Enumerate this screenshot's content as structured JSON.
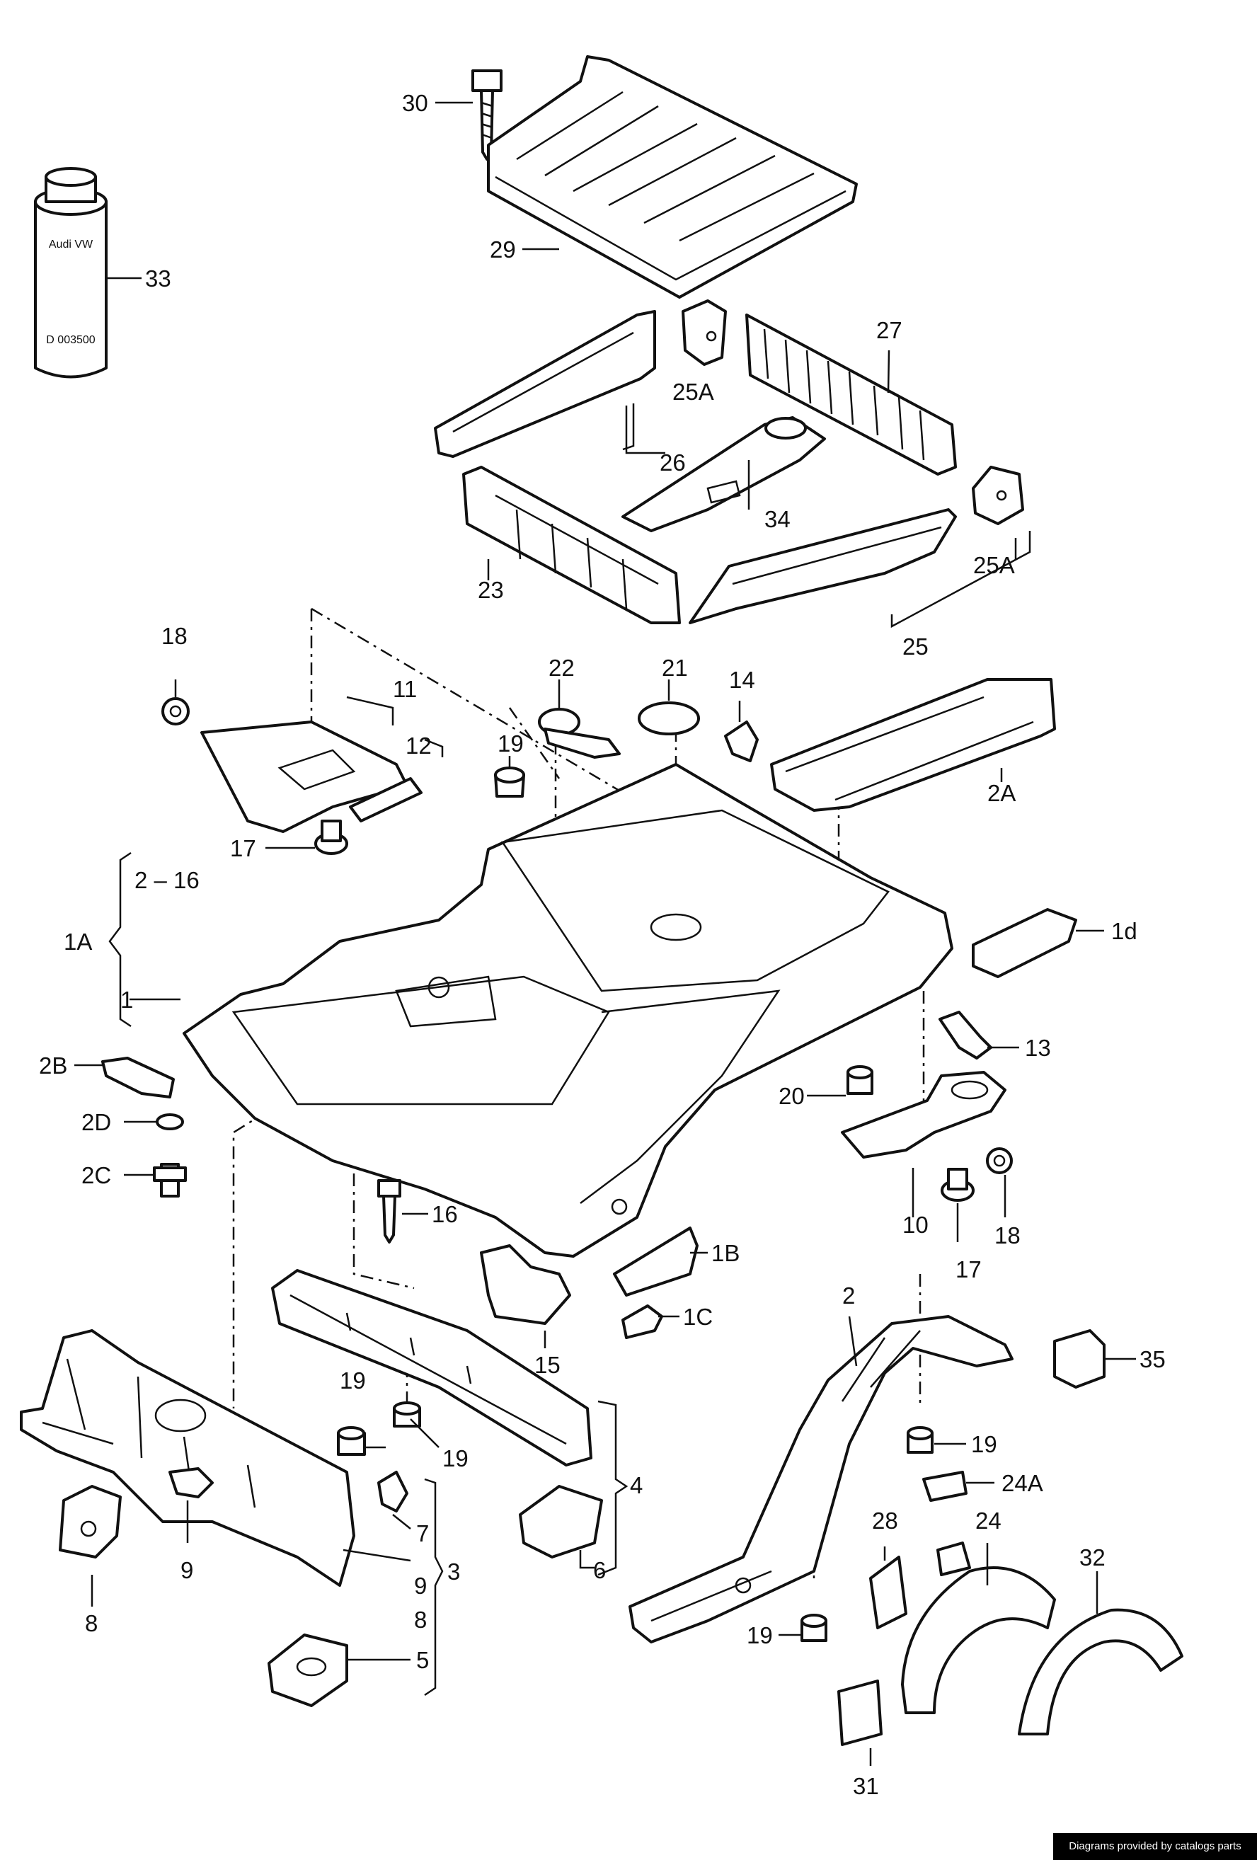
{
  "labels": {
    "l30": "30",
    "l29": "29",
    "l33": "33",
    "l27": "27",
    "l25A_top": "25A",
    "l26": "26",
    "l34": "34",
    "l25A_right": "25A",
    "l23": "23",
    "l25": "25",
    "l18_left": "18",
    "l11": "11",
    "l12": "12",
    "l22": "22",
    "l21": "21",
    "l14": "14",
    "l19_a": "19",
    "l2A": "2A",
    "l17_left": "17",
    "l2_16": "2 – 16",
    "l1A": "1A",
    "l1d": "1d",
    "l1": "1",
    "l13": "13",
    "l2B": "2B",
    "l2D": "2D",
    "l20": "20",
    "l2C": "2C",
    "l16": "16",
    "l10": "10",
    "l18_right": "18",
    "l1B": "1B",
    "l17_right": "17",
    "l1C": "1C",
    "l15": "15",
    "l2": "2",
    "l35": "35",
    "l19_b": "19",
    "l19_c": "19",
    "l19_d": "19",
    "l4": "4",
    "l24A": "24A",
    "l24": "24",
    "l7": "7",
    "l3": "3",
    "l9_a": "9",
    "l9_b": "9",
    "l6": "6",
    "l28": "28",
    "l32": "32",
    "l8_a": "8",
    "l8_b": "8",
    "l5": "5",
    "l19_e": "19",
    "l31": "31"
  },
  "can_label_top": "Audi VW",
  "can_label_code": "D 003500",
  "credit": "Diagrams provided by catalogs parts"
}
